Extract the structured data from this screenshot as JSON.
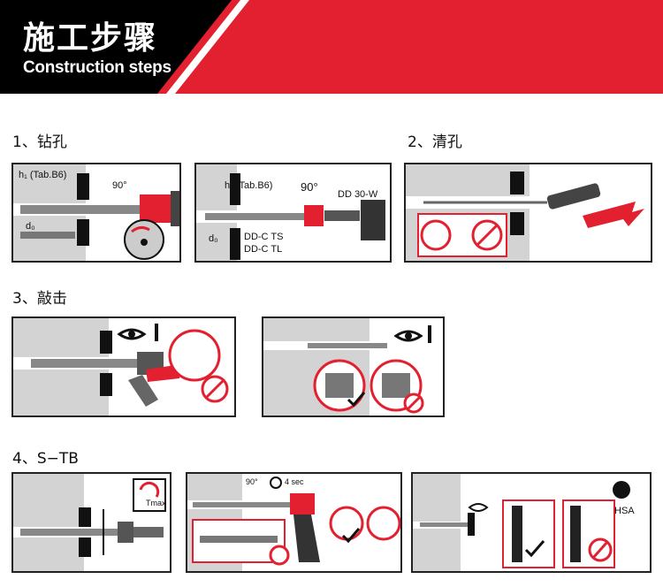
{
  "header": {
    "title_cn": "施工步骤",
    "title_en": "Construction steps"
  },
  "steps": [
    {
      "label": "1、钻孔"
    },
    {
      "label": "2、清孔"
    },
    {
      "label": "3、敲击"
    },
    {
      "label": "4、S−TB"
    }
  ],
  "panels": {
    "drill1": {
      "h1": "h₁ (Tab.B6)",
      "angle": "90°",
      "d0": "d₀",
      "tool_icon": "drill-mode-icon"
    },
    "drill2": {
      "h1": "h₁ (Tab.B6)",
      "angle": "90°",
      "d0": "d₀",
      "tool": "DD 30-W",
      "bit1": "DD-C TS",
      "bit2": "DD-C TL"
    },
    "clean": {
      "icon": "blow-pump-icon"
    },
    "hammer1": {
      "icon": "eye-warning-icon"
    },
    "hammer2": {
      "icon": "eye-warning-icon"
    },
    "torque": {
      "tmax": "Tmax"
    },
    "setting": {
      "angle": "90°",
      "time": "4 sec"
    },
    "check": {
      "label": "HSA"
    }
  },
  "colors": {
    "brand_red": "#e3202f",
    "banner_black": "#000000",
    "concrete": "#d6d6d6"
  }
}
